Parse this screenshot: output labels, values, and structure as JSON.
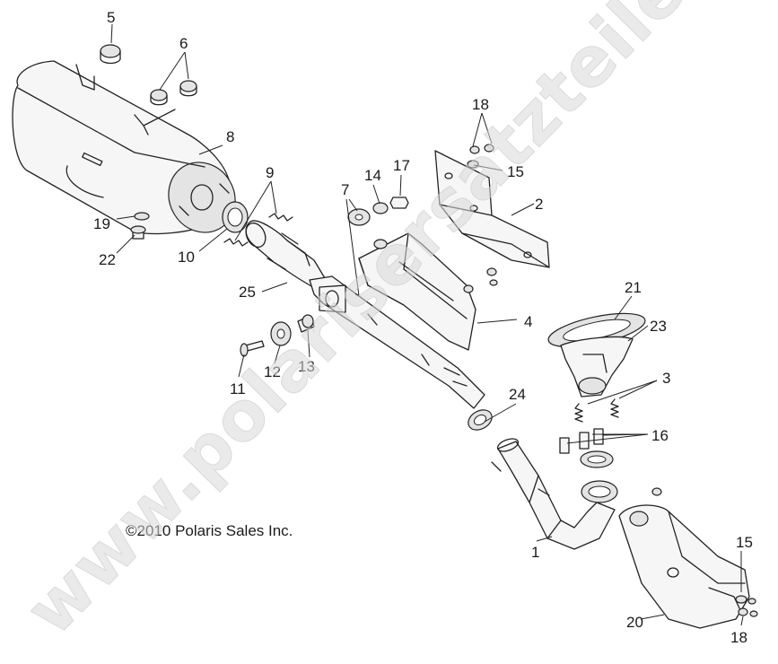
{
  "watermark": "www.polarisersatzteile.de",
  "copyright": "©2010 Polaris Sales Inc.",
  "callouts": {
    "c1": "1",
    "c2": "2",
    "c3": "3",
    "c4": "4",
    "c5": "5",
    "c6": "6",
    "c7": "7",
    "c8": "8",
    "c9": "9",
    "c10": "10",
    "c11": "11",
    "c12": "12",
    "c13": "13",
    "c14": "14",
    "c15a": "15",
    "c15b": "15",
    "c16": "16",
    "c17": "17",
    "c18a": "18",
    "c18b": "18",
    "c19": "19",
    "c20": "20",
    "c21": "21",
    "c22": "22",
    "c23": "23",
    "c24": "24",
    "c25": "25"
  }
}
